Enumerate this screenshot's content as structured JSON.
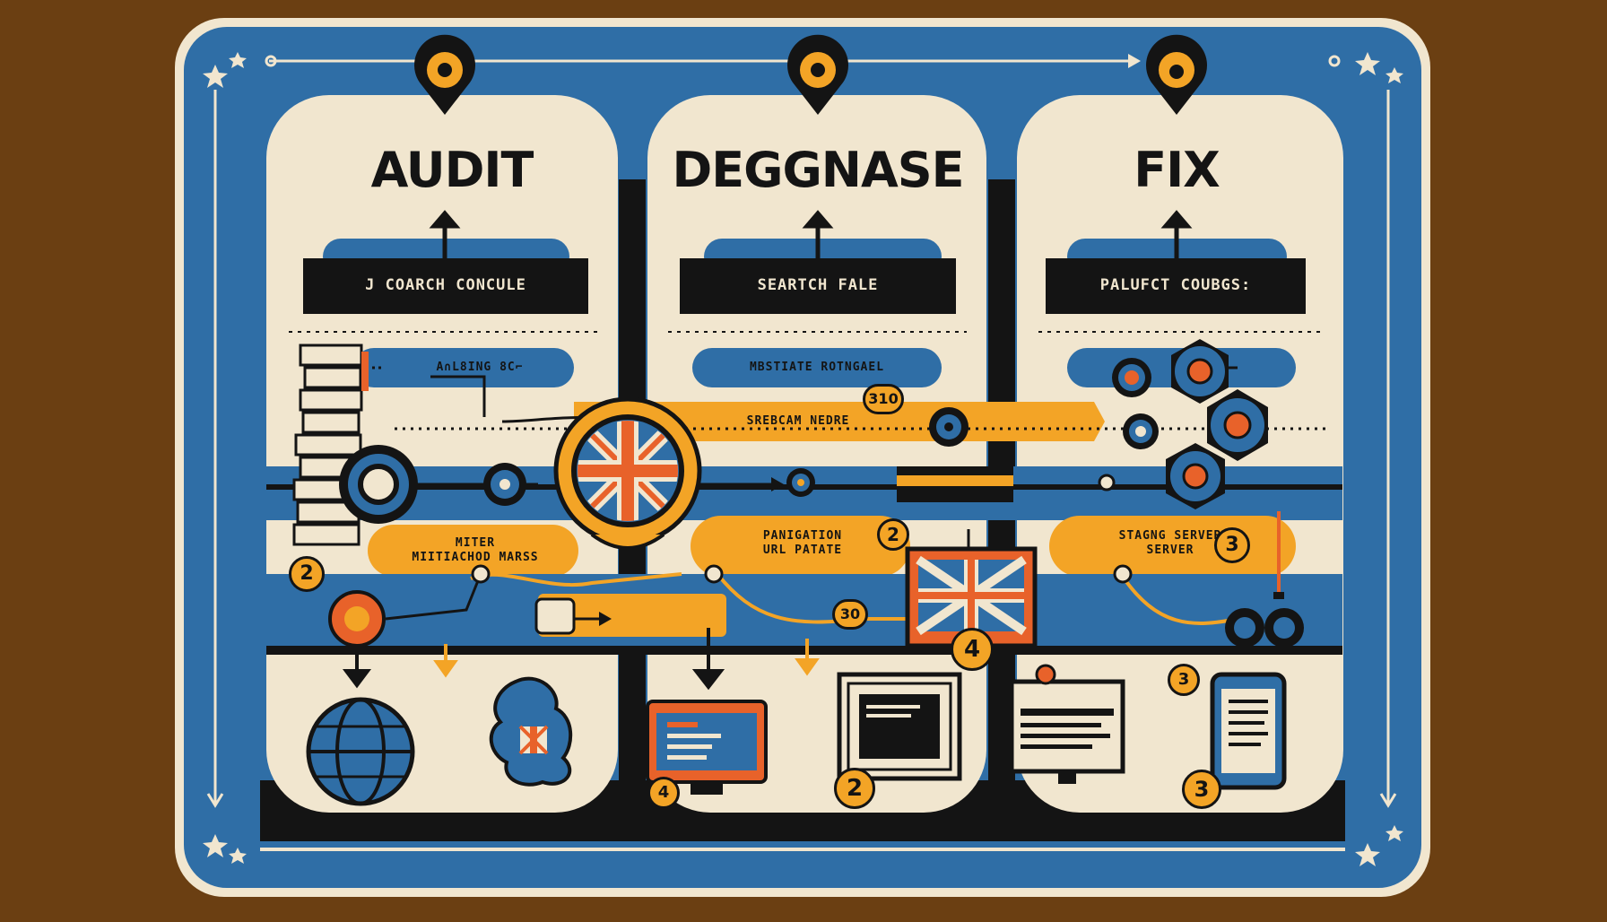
{
  "colors": {
    "background": "#6b3f12",
    "frame_blue": "#2f6ea6",
    "cream": "#f1e6cf",
    "ink": "#141414",
    "orange": "#f3a426",
    "red_orange": "#e8622a"
  },
  "columns": [
    {
      "title": "AUDIT",
      "label": "J COARCH CONCULE",
      "pill": "A∩L8ING 8C⌐",
      "note": "MITER\nMIITIACHOD MARSS"
    },
    {
      "title": "DEGGNASE",
      "label": "SEARTCH FALE",
      "pill": "MBSTIATE ROTNGAEL",
      "note": "PANIGATION\nURL PATATE"
    },
    {
      "title": "FIX",
      "label": "PALUFCT COUBGS:",
      "pill": "",
      "note": "STAGNG SERVER\nSERVER"
    }
  ],
  "flow_text": "SREBCAM   NEDRE",
  "badges": {
    "b310": "310",
    "b30": "30",
    "n2_left": "2",
    "n2_mid": "2",
    "n3_right": "3",
    "n4_mid": "4",
    "n4_bottom": "4",
    "n2_bottom": "2",
    "n3_bottom": "3",
    "n3_small": "3"
  },
  "icons": [
    "map-pin-icon",
    "gear-icon",
    "union-flag-icon",
    "globe-icon",
    "uk-map-icon",
    "monitor-icon",
    "document-icon",
    "tablet-icon",
    "book-stack-icon",
    "arrow-icon",
    "star-icon"
  ]
}
